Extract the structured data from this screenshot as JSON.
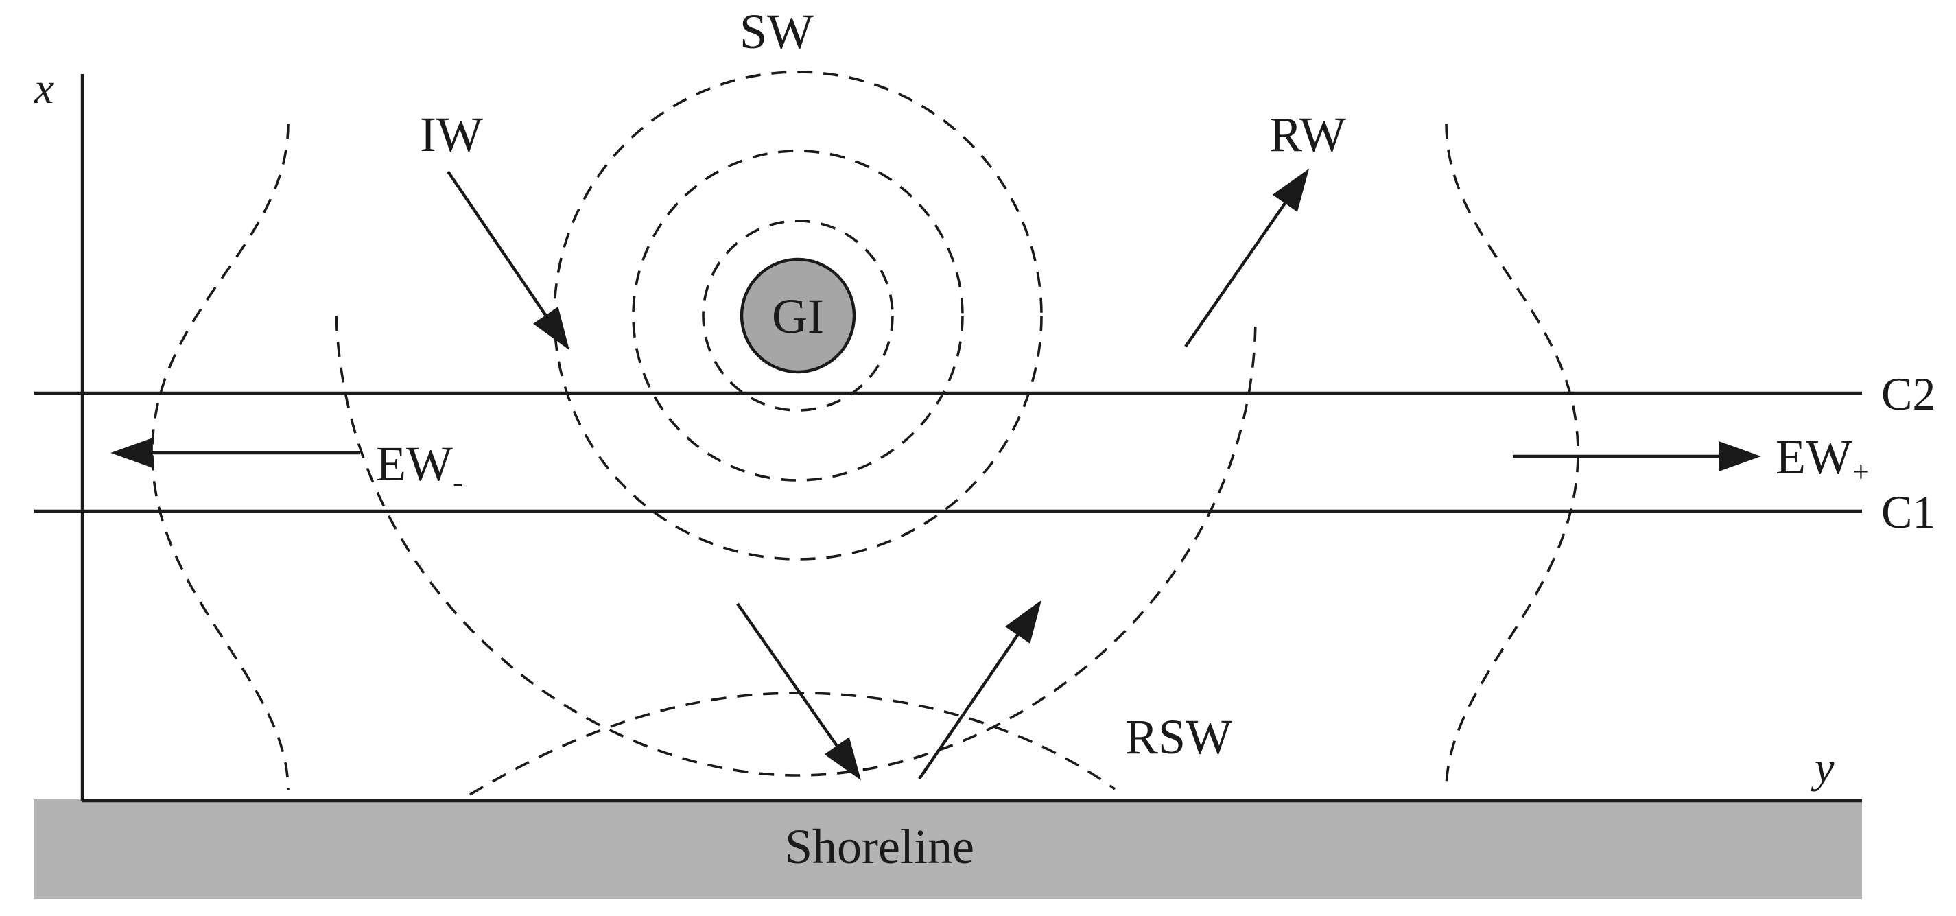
{
  "axes": {
    "x_label": "x",
    "y_label": "y"
  },
  "labels": {
    "sw": "SW",
    "iw": "IW",
    "rw": "RW",
    "gi": "GI",
    "c2": "C2",
    "c1": "C1",
    "ew_minus": "EW",
    "ew_minus_sub": "-",
    "ew_plus": "EW",
    "ew_plus_sub": "+",
    "rsw": "RSW",
    "shoreline": "Shoreline"
  },
  "colors": {
    "stroke": "#1a1a1a",
    "shore_fill": "#b3b3b3",
    "island_fill": "#a6a6a6"
  }
}
